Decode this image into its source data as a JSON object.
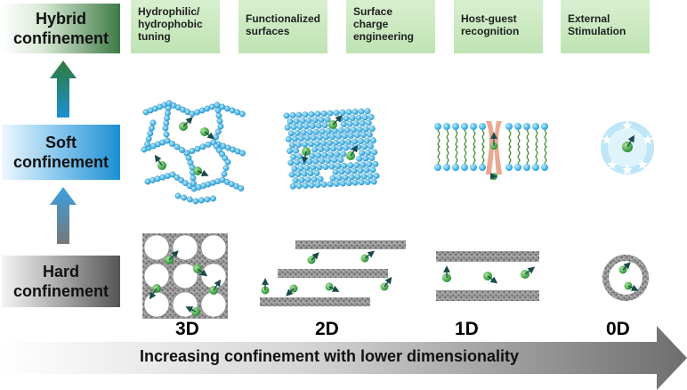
{
  "categories": {
    "hybrid": [
      "Hybrid",
      "confinement"
    ],
    "soft": [
      "Soft",
      "confinement"
    ],
    "hard": [
      "Hard",
      "confinement"
    ]
  },
  "strategies": [
    {
      "label": [
        "Hydrophilic/",
        "hydrophobic",
        "tuning"
      ]
    },
    {
      "label": [
        "Functionalized",
        "surfaces"
      ]
    },
    {
      "label": [
        "Surface",
        "charge",
        "engineering"
      ]
    },
    {
      "label": [
        "Host-guest",
        "recognition"
      ]
    },
    {
      "label": [
        "External",
        "Stimulation"
      ]
    }
  ],
  "dimensions": [
    "3D",
    "2D",
    "1D",
    "0D"
  ],
  "arrow_label": "Increasing confinement with lower dimensionality",
  "colors": {
    "hybrid_green": "#3e7a45",
    "soft_blue": "#1d8fd2",
    "hard_gray": "#555555",
    "strategy_green": "#c8e8bd",
    "bead_blue": "#3bb2e6",
    "guest_green": "#2e9e3a",
    "tail_green": "#3b8a2e",
    "channel_pink": "#e8a990"
  }
}
